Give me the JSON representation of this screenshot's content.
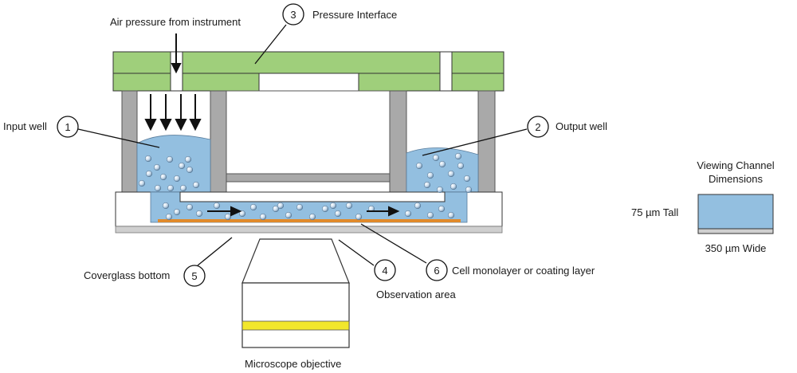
{
  "labels": {
    "air_pressure": "Air pressure from instrument",
    "pressure_interface": "Pressure Interface",
    "input_well": "Input well",
    "output_well": "Output well",
    "coverglass": "Coverglass bottom",
    "observation_area": "Observation area",
    "cell_monolayer": "Cell monolayer or coating layer",
    "microscope_objective": "Microscope objective"
  },
  "callouts": [
    "1",
    "2",
    "3",
    "4",
    "5",
    "6"
  ],
  "dimensions_inset": {
    "title_line1": "Viewing Channel",
    "title_line2": "Dimensions",
    "height_label": "75 µm Tall",
    "width_label": "350 µm Wide"
  },
  "colors": {
    "lid_green": "#9fcf7b",
    "wall_gray": "#a9a9a9",
    "fluid_blue": "#93bfe0",
    "coating_orange": "#e08a2c",
    "coverglass_gray": "#cfcfcf",
    "lens_yellow": "#f2e72c"
  }
}
